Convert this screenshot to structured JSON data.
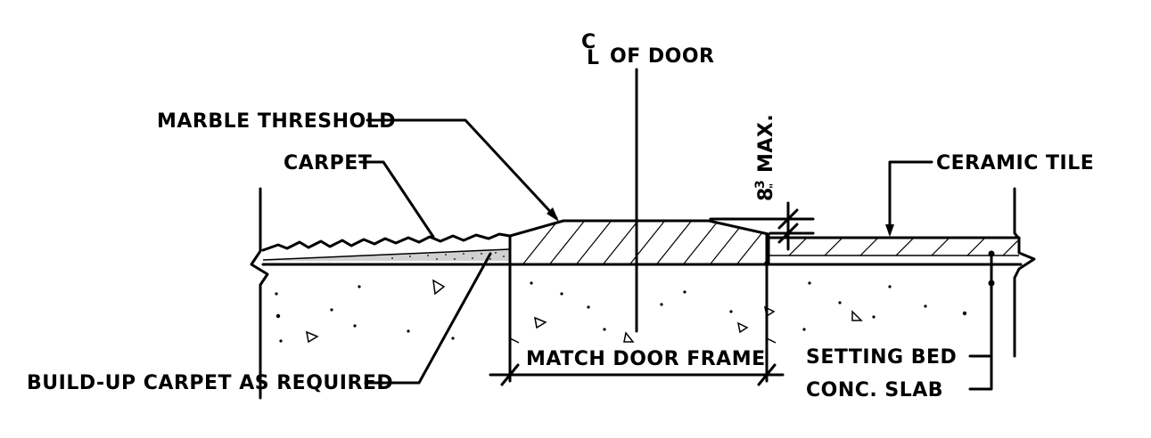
{
  "labels": {
    "cl_symbol_top": "C",
    "cl_symbol_bottom": "L",
    "of_door": "OF DOOR",
    "marble_threshold": "MARBLE THRESHOLD",
    "carpet": "CARPET",
    "max_fraction_numerator": "3",
    "max_fraction_mark": "\"",
    "max_fraction_denominator": "8",
    "max": "MAX.",
    "ceramic_tile": "CERAMIC TILE",
    "build_up_carpet": "BUILD-UP CARPET AS REQUIRED",
    "match_door_frame": "MATCH DOOR FRAME",
    "setting_bed": "SETTING BED",
    "conc_slab": "CONC. SLAB"
  },
  "colors": {
    "ink": "#000000",
    "paper": "#ffffff"
  }
}
